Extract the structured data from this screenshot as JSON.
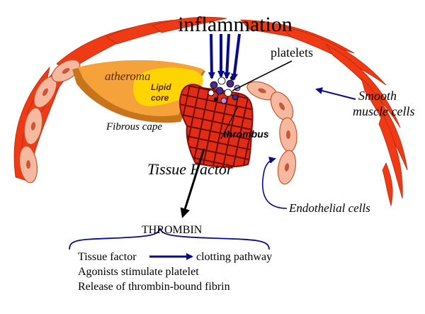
{
  "labels": {
    "title": "inflammation",
    "platelets": "platelets",
    "atheroma": "atheroma",
    "lipid_core_line1": "Lipid",
    "lipid_core_line2": "core",
    "fibrous_cape": "Fibrous cape",
    "thrombus": "thrombus",
    "tissue_factor": "Tissue Factor",
    "smooth_muscle_line1": "Smooth",
    "smooth_muscle_line2": "muscle cells",
    "endothelial_cells": "Endothelial cells",
    "thrombin": "THROMBIN"
  },
  "notes": {
    "line1_left": "Tissue factor",
    "line1_right": "clotting pathway",
    "line2": "Agonists stimulate platelet",
    "line3": "Release of thrombin-bound fibrin"
  },
  "colors": {
    "smooth_muscle_red": "#ee3b16",
    "endothelial_fill": "#f7b8a0",
    "endothelial_stroke": "#c9552d",
    "atheroma_orange": "#f6a23a",
    "atheroma_shadow": "#c8741c",
    "lipid_yellow": "#ffd400",
    "thrombus_red": "#e02d18",
    "thrombus_lines": "#6e0a06",
    "arrow_navy": "#0a0a8c",
    "arrow_black": "#000000"
  },
  "icons": {
    "inflammation_arrows": "down-arrows-icon",
    "platelet_cluster": "platelets-icon",
    "process_arrow": "right-arrow-icon"
  }
}
